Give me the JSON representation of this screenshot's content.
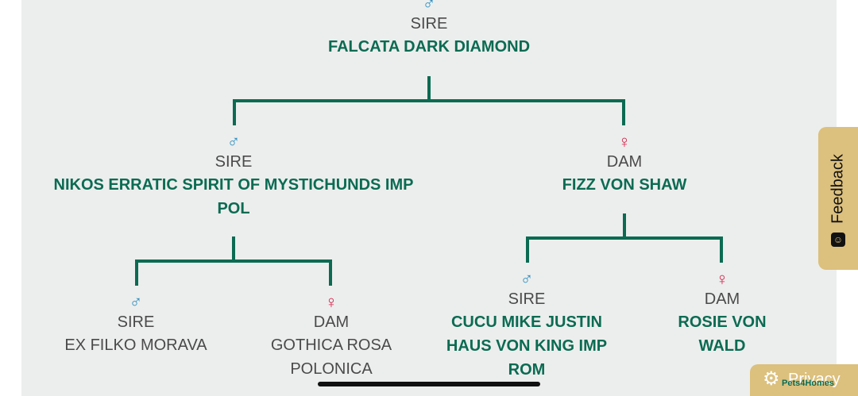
{
  "pedigree": {
    "root": {
      "symbol": "♂",
      "role": "SIRE",
      "name": "FALCATA DARK DIAMOND"
    },
    "sire": {
      "symbol": "♂",
      "role": "SIRE",
      "name_line1": "NIKOS ERRATIC SPIRIT OF MYSTICHUNDS IMP",
      "name_line2": "POL"
    },
    "dam": {
      "symbol": "♀",
      "role": "DAM",
      "name": "FIZZ VON SHAW"
    },
    "sire_sire": {
      "symbol": "♂",
      "role": "SIRE",
      "name": "EX FILKO MORAVA"
    },
    "sire_dam": {
      "symbol": "♀",
      "role": "DAM",
      "name_line1": "GOTHICA ROSA",
      "name_line2": "POLONICA"
    },
    "dam_sire": {
      "symbol": "♂",
      "role": "SIRE",
      "name_line1": "CUCU MIKE JUSTIN",
      "name_line2": "HAUS VON KING IMP",
      "name_line3": "ROM"
    },
    "dam_dam": {
      "symbol": "♀",
      "role": "DAM",
      "name": "ROSIE VON WALD"
    }
  },
  "feedback_tab": {
    "label": "Feedback",
    "icon": "smiley-icon"
  },
  "privacy_badge": {
    "label": "Privacy",
    "icon": "gear-icon",
    "brand": "Pets4Homes"
  },
  "colors": {
    "tree_line": "#0b6b52",
    "male": "#2a8ec0",
    "female": "#d4244c",
    "accent": "#dcc07d"
  }
}
